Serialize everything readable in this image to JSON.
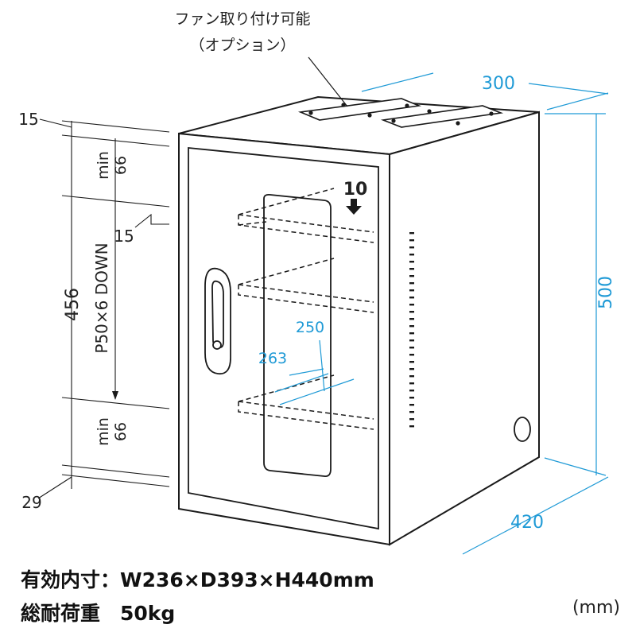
{
  "callout": {
    "line1": "ファン取り付け可能",
    "line2": "（オプション）"
  },
  "dimensions": {
    "depth_top": "300",
    "height": "500",
    "depth_bottom": "420",
    "top_margin": "15",
    "bottom_margin": "29",
    "inner_height": "456",
    "min_top": "min\n66",
    "min_top_word": "min",
    "min_top_value": "66",
    "min_bottom_word": "min",
    "min_bottom_value": "66",
    "rail_offset": "15",
    "pitch": "P50×6 DOWN",
    "shelf_depth_a": "250",
    "shelf_depth_b": "263",
    "shelf_spacing": "10"
  },
  "specs": {
    "inner_label": "有効内寸：W236×D393×H440mm",
    "load_label": "総耐荷重　50kg"
  },
  "unit": "(mm)",
  "colors": {
    "line": "#1a1a1a",
    "dimension_blue": "#1f9ad6"
  }
}
